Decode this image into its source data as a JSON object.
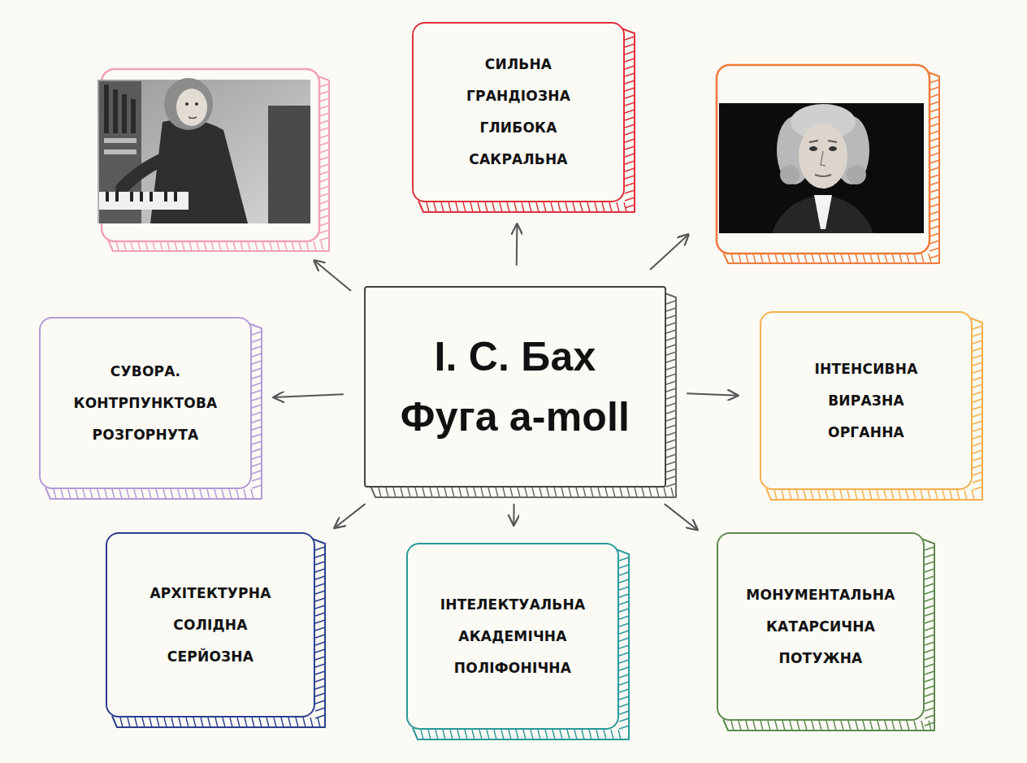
{
  "diagram": {
    "nodes": [
      {
        "text": [
          "СИЛЬНА ГРАНДІОЗНА ГЛИБОКА САКРАЛЬНА"
        ]
      },
      {
        "text": [
          "СУВОРА. КОНТРПУНКТОВА РОЗГОРНУТА"
        ]
      },
      {
        "text": [
          "І. С. Бах",
          "Фуга a-moll"
        ]
      },
      {
        "text": [
          "ІНТЕНСИВНА ВИРАЗНА ОРГАННА"
        ]
      },
      {
        "text": [
          "АРХІТЕКТУРНА СОЛІДНА СЕРЙОЗНА"
        ]
      },
      {
        "text": [
          "ІНТЕЛЕКТУАЛЬНА АКАДЕМІЧНА ПОЛІФОНІЧНА"
        ]
      },
      {
        "text": [
          "МОНУМЕНТАЛЬНА КАТАРСИЧНА ПОТУЖНА"
        ]
      }
    ],
    "edges": [
      {
        "from": 2,
        "to": 0,
        "arrow": "to"
      },
      {
        "from": 2,
        "to": 1,
        "arrow": "to"
      },
      {
        "from": 2,
        "to": 3,
        "arrow": "to"
      },
      {
        "from": 2,
        "to": 4,
        "arrow": "to"
      },
      {
        "from": 2,
        "to": 5,
        "arrow": "to"
      },
      {
        "from": 2,
        "to": 6,
        "arrow": "to"
      }
    ]
  }
}
